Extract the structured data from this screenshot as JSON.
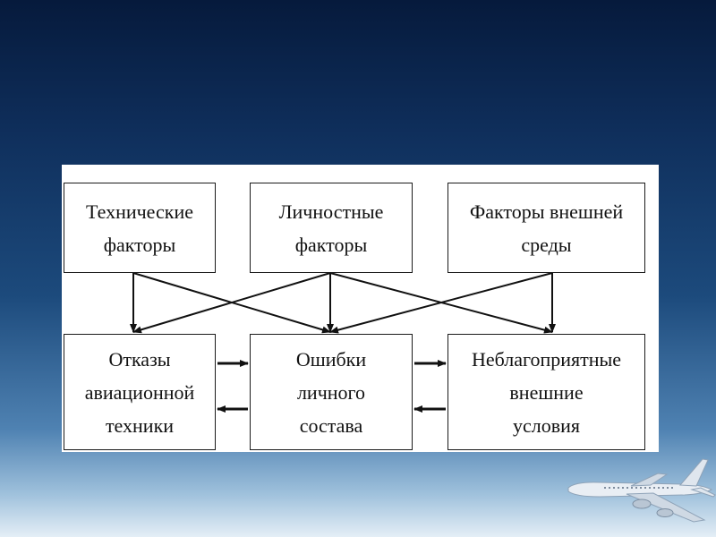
{
  "diagram": {
    "top_boxes": [
      {
        "label": "Технические\nфакторы"
      },
      {
        "label": "Личностные\nфакторы"
      },
      {
        "label": "Факторы внешней\nсреды"
      }
    ],
    "bottom_boxes": [
      {
        "label": "Отказы\nавиационной\nтехники"
      },
      {
        "label": "Ошибки\nличного\nсостава"
      },
      {
        "label": "Неблагоприятные\nвнешние\nусловия"
      }
    ]
  }
}
